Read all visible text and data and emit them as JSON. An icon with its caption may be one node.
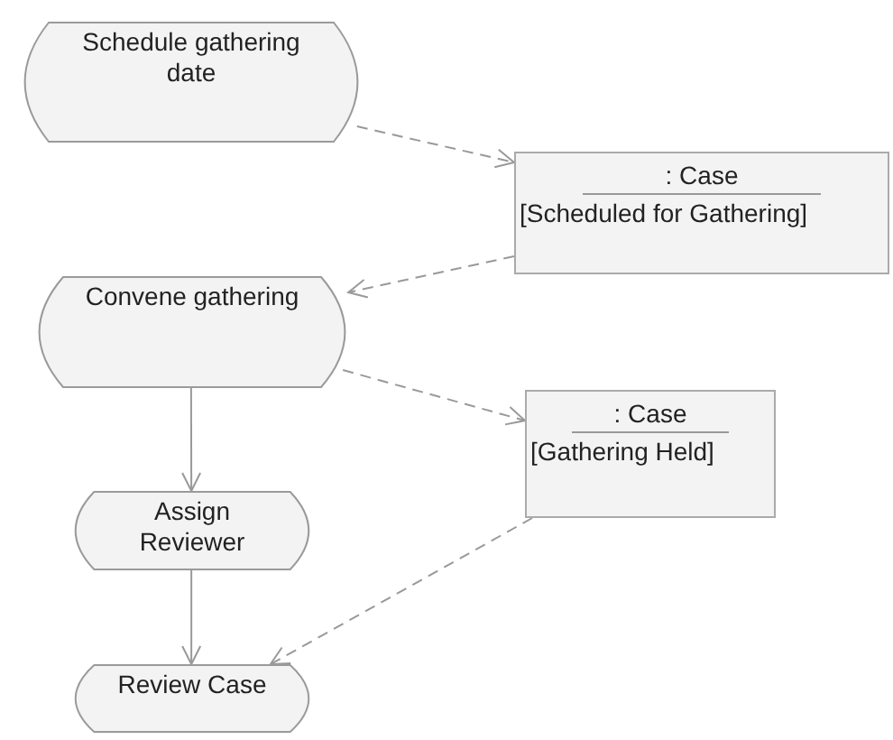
{
  "diagram": {
    "nodes": [
      {
        "text": [
          "Schedule gathering date"
        ]
      },
      {
        "text": [
          ": Case",
          "[Scheduled for Gathering]"
        ]
      },
      {
        "text": [
          "Convene gathering"
        ]
      },
      {
        "text": [
          ": Case",
          "[Gathering Held]"
        ]
      },
      {
        "text": [
          "Assign Reviewer"
        ]
      },
      {
        "text": [
          "Review Case"
        ]
      }
    ],
    "edges": [
      {
        "from": 0,
        "to": 1,
        "arrow": "to",
        "style": "dashed"
      },
      {
        "from": 1,
        "to": 2,
        "arrow": "to",
        "style": "dashed"
      },
      {
        "from": 2,
        "to": 3,
        "arrow": "to",
        "style": "dashed"
      },
      {
        "from": 2,
        "to": 4,
        "arrow": "to"
      },
      {
        "from": 4,
        "to": 5,
        "arrow": "to"
      },
      {
        "from": 3,
        "to": 5,
        "arrow": "to",
        "style": "dashed"
      }
    ]
  }
}
